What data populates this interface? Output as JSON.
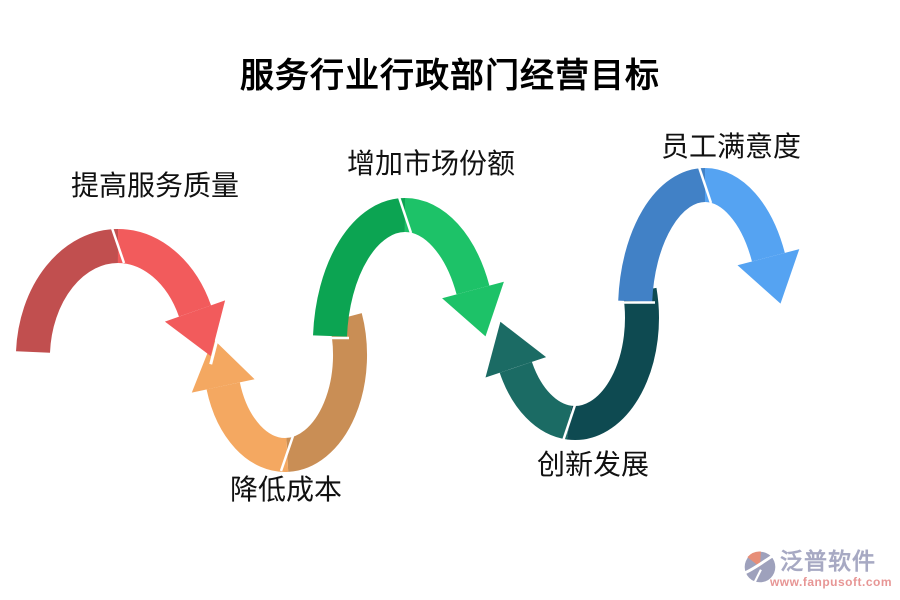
{
  "title": "服务行业行政部门经营目标",
  "labels": {
    "quality": "提高服务质量",
    "market": "增加市场份额",
    "employee": "员工满意度",
    "cost": "降低成本",
    "innovation": "创新发展"
  },
  "arcs": [
    {
      "name": "improve-service-quality",
      "shape": "arch",
      "left_color": "#C14F4F",
      "right_color": "#F25B5C"
    },
    {
      "name": "reduce-cost",
      "shape": "u-turn",
      "left_color": "#F4A861",
      "right_color": "#C98E55"
    },
    {
      "name": "increase-market-share",
      "shape": "arch",
      "left_color": "#0CA452",
      "right_color": "#1DC268"
    },
    {
      "name": "innovative-development",
      "shape": "u-turn",
      "left_color": "#1B6B64",
      "right_color": "#0E4A51"
    },
    {
      "name": "employee-satisfaction",
      "shape": "arch",
      "left_color": "#4181C6",
      "right_color": "#55A3F2"
    }
  ],
  "colors": {
    "red_dark": "#C14F4F",
    "red_bright": "#F25B5C",
    "orange_light": "#F4A861",
    "orange_tan": "#C98E55",
    "green_dark": "#0CA452",
    "green_bright": "#1DC268",
    "teal_light": "#1B6B64",
    "teal_dark": "#0E4A51",
    "blue_dark": "#4181C6",
    "blue_bright": "#55A3F2",
    "seam": "#FFFFFF",
    "logo_gray": "#9EA1BC",
    "logo_pink": "#E78E77"
  },
  "watermark": {
    "brand": "泛普软件",
    "url": "www.fanpusoft.com"
  }
}
